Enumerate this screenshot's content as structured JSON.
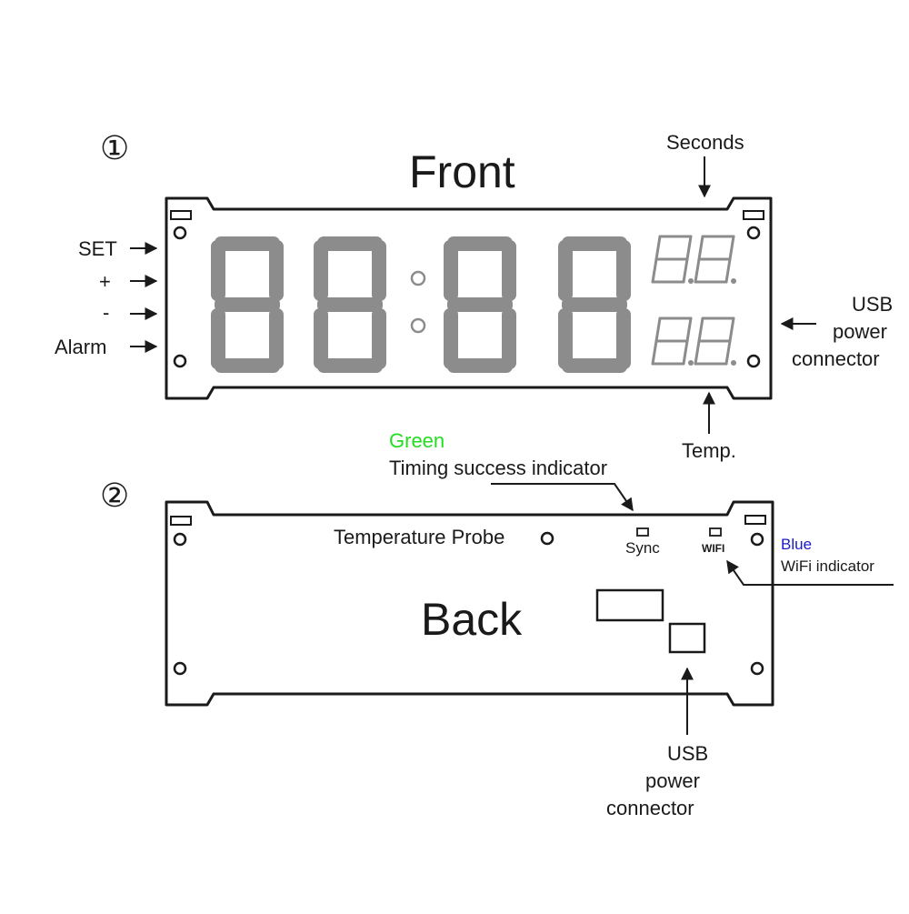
{
  "front": {
    "section_number": "①",
    "title": "Front",
    "labels": {
      "seconds": "Seconds",
      "temp": "Temp.",
      "set": "SET",
      "plus": "+",
      "minus": "-",
      "alarm": "Alarm",
      "usb_line1": "USB",
      "usb_line2": "power",
      "usb_line3": "connector"
    }
  },
  "back": {
    "section_number": "②",
    "title": "Back",
    "labels": {
      "green": "Green",
      "timing_success": "Timing success indicator",
      "temperature_probe": "Temperature Probe",
      "sync": "Sync",
      "wifi_mark": "WIFI",
      "blue": "Blue",
      "wifi_indicator": "WiFi indicator",
      "usb_line1": "USB",
      "usb_line2": "power",
      "usb_line3": "connector"
    }
  },
  "colors": {
    "outline": "#1a1a1a",
    "segment_gray": "#8c8c8c",
    "green_label": "#22dd22",
    "blue_label": "#1a1acc"
  }
}
